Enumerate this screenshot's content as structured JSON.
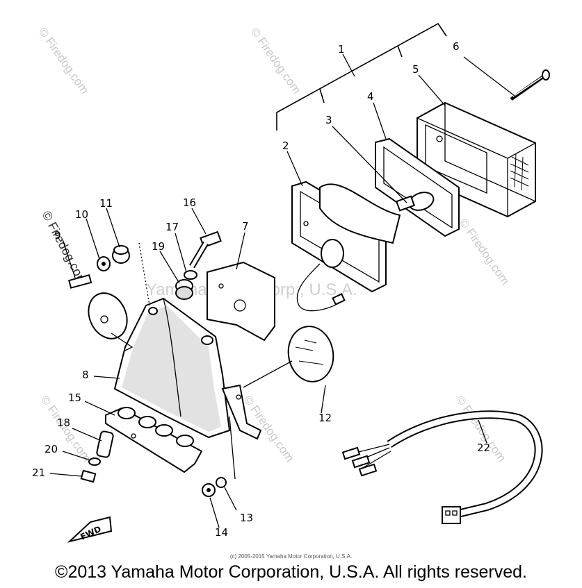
{
  "callouts": [
    "1",
    "2",
    "3",
    "4",
    "5",
    "6",
    "7",
    "8",
    "9",
    "10",
    "11",
    "12",
    "13",
    "14",
    "15",
    "16",
    "17",
    "18",
    "19",
    "20",
    "21",
    "22"
  ],
  "direction_tag": "FWD",
  "watermark_site": "© Firedog.com",
  "watermark_center": "Yamaha Motor Corp., U.S.A.",
  "small_copyright": "(c) 2005-2015 Yamaha Motor Corporation, U.S.A.",
  "footer_copyright": "©2013 Yamaha Motor Corporation, U.S.A. All rights reserved."
}
